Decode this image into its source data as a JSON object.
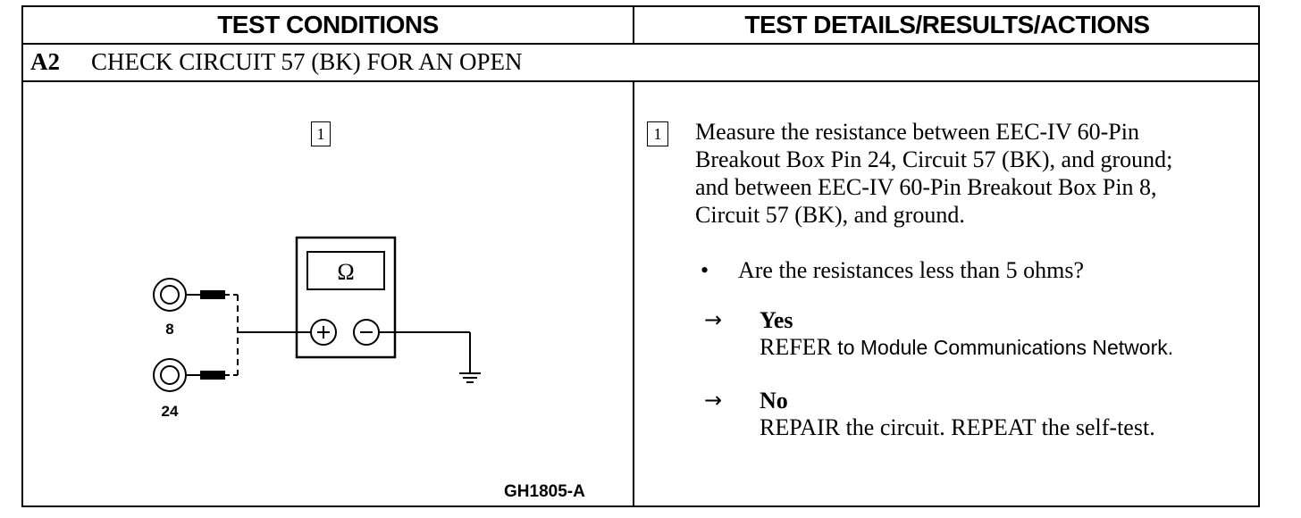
{
  "header": {
    "left_title": "TEST CONDITIONS",
    "right_title": "TEST DETAILS/RESULTS/ACTIONS"
  },
  "step": {
    "id": "A2",
    "title": "CHECK CIRCUIT 57 (BK) FOR AN OPEN"
  },
  "left": {
    "step_marker": "1",
    "meter_symbol": "Ω",
    "pin_a": "8",
    "pin_b": "24",
    "figure_code": "GH1805-A"
  },
  "right": {
    "step_marker": "1",
    "instruction_lines": [
      "Measure the resistance between EEC-IV 60-Pin",
      "Breakout Box Pin 24, Circuit 57 (BK), and ground;",
      "and between EEC-IV 60-Pin Breakout Box Pin 8,",
      "Circuit 57 (BK), and ground."
    ],
    "bullet": "•",
    "question": "Are the resistances less than 5 ohms?",
    "branches": [
      {
        "arrow": "→",
        "answer": "Yes",
        "action_verb": "REFER",
        "action_rest": " to Module Communications Network."
      },
      {
        "arrow": "→",
        "answer": "No",
        "action_verb": "REPAIR",
        "action_rest": " the circuit. REPEAT the self-test."
      }
    ]
  }
}
